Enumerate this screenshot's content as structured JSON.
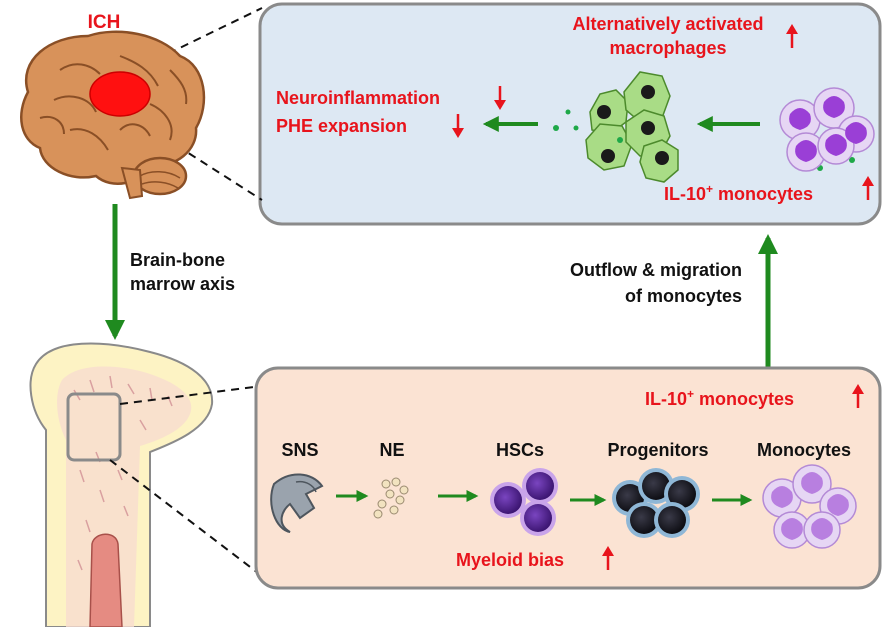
{
  "brain": {
    "label": "ICH"
  },
  "axis": {
    "line1": "Brain-bone",
    "line2": "marrow axis"
  },
  "migration": {
    "line1": "Outflow & migration",
    "line2": "of monocytes"
  },
  "top_panel": {
    "alt_macro_line1": "Alternatively activated",
    "alt_macro_line2": "macrophages",
    "neuroinflammation": "Neuroinflammation",
    "phe": "PHE expansion",
    "il10_prefix": "IL-10",
    "il10_sup": "+",
    "il10_suffix": " monocytes"
  },
  "bottom_panel": {
    "il10_prefix": "IL-10",
    "il10_sup": "+",
    "il10_suffix": " monocytes",
    "sns": "SNS",
    "ne": "NE",
    "hscs": "HSCs",
    "progenitors": "Progenitors",
    "monocytes": "Monocytes",
    "myeloid_bias": "Myeloid bias"
  },
  "colors": {
    "red_text": "#e8141c",
    "arrow_green": "#1f8a1f",
    "top_panel_fill": "#dde8f3",
    "bottom_panel_fill": "#fbe3d3",
    "panel_stroke": "#8a8a8a",
    "hsc_purple": "#5a2a9a",
    "monocyte_purple": "#b87fe0",
    "macrophage_green": "#a9dc86"
  }
}
